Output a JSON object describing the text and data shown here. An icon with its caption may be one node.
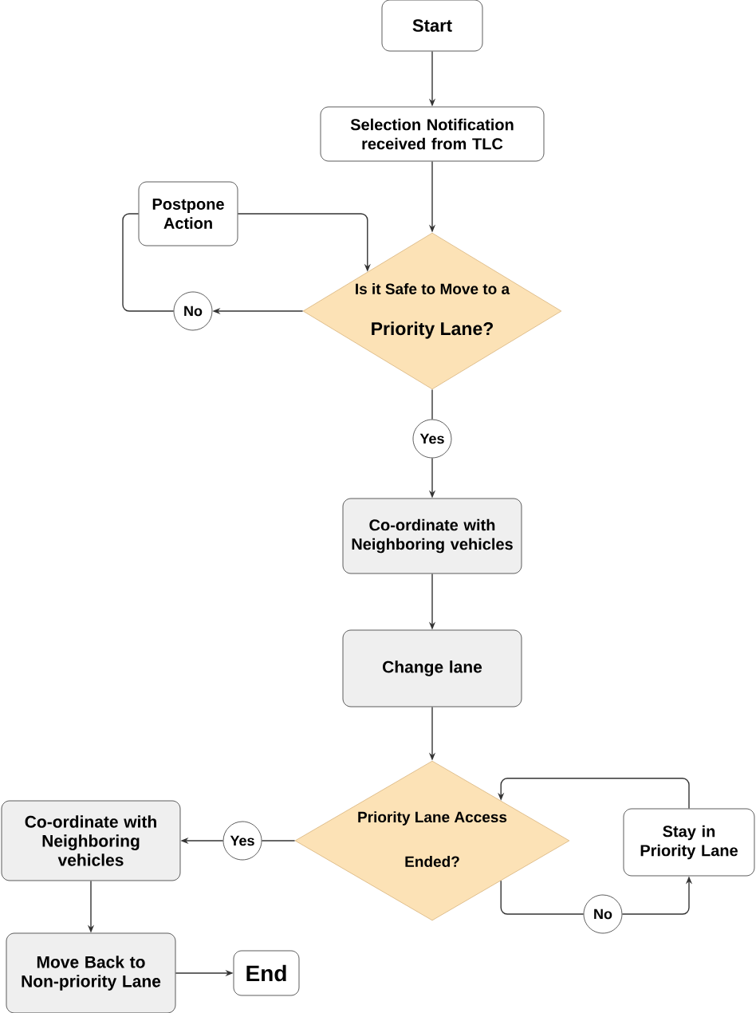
{
  "diagram": {
    "nodes": [
      {
        "text": [
          "Start"
        ]
      },
      {
        "text": [
          "Selection Notification received from TLC"
        ]
      },
      {
        "text": [
          "Postpone Action"
        ]
      },
      {
        "text": [
          "Is it Safe to Move to a",
          "Priority Lane?"
        ]
      },
      {
        "text": [
          "No"
        ]
      },
      {
        "text": [
          "Yes"
        ]
      },
      {
        "text": [
          "Co-ordinate with Neighboring vehicles"
        ]
      },
      {
        "text": [
          "Change lane"
        ]
      },
      {
        "text": [
          "Priority Lane Access",
          "Ended?"
        ]
      },
      {
        "text": [
          "Stay in Priority Lane"
        ]
      },
      {
        "text": [
          "Yes"
        ]
      },
      {
        "text": [
          "Co-ordinate with Neighboring vehicles"
        ]
      },
      {
        "text": [
          "No"
        ]
      },
      {
        "text": [
          "Move Back to Non-priority Lane"
        ]
      },
      {
        "text": [
          "End"
        ]
      }
    ],
    "edges": [
      {
        "from": 0,
        "to": 1,
        "arrow": "to"
      },
      {
        "from": 1,
        "to": 3,
        "arrow": "to"
      },
      {
        "from": 3,
        "to": 4,
        "arrow": "to"
      },
      {
        "from": 4,
        "to": 2,
        "arrow": "none"
      },
      {
        "from": 2,
        "to": 3,
        "arrow": "to"
      },
      {
        "from": 3,
        "to": 5,
        "arrow": "none"
      },
      {
        "from": 5,
        "to": 6,
        "arrow": "to"
      },
      {
        "from": 6,
        "to": 7,
        "arrow": "to"
      },
      {
        "from": 7,
        "to": 8,
        "arrow": "to"
      },
      {
        "from": 8,
        "to": 10,
        "arrow": "none"
      },
      {
        "from": 10,
        "to": 11,
        "arrow": "to"
      },
      {
        "from": 8,
        "to": 12,
        "arrow": "none"
      },
      {
        "from": 12,
        "to": 9,
        "arrow": "to"
      },
      {
        "from": 9,
        "to": 8,
        "arrow": "to"
      },
      {
        "from": 11,
        "to": 13,
        "arrow": "to"
      },
      {
        "from": 13,
        "to": 14,
        "arrow": "to"
      }
    ]
  }
}
